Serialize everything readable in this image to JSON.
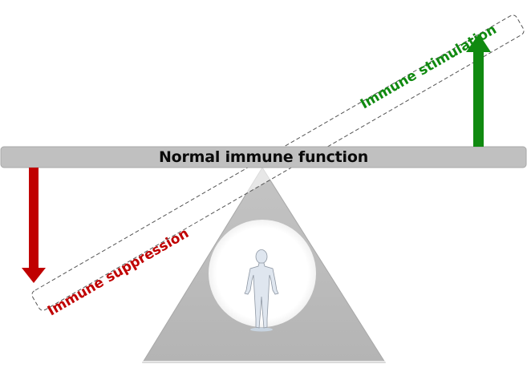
{
  "diagram": {
    "title": "Normal immune function",
    "beam_label": "Normal immune function",
    "up_label": "Immune stimulation",
    "down_label": "Immune suppression",
    "fulcrum_icon": "human-body-icon",
    "colors": {
      "beam": "#c0c0c0",
      "fulcrum": "#b8b8b8",
      "stimulation": "#108a10",
      "suppression": "#c00000",
      "text": "#0a0a0a"
    }
  }
}
